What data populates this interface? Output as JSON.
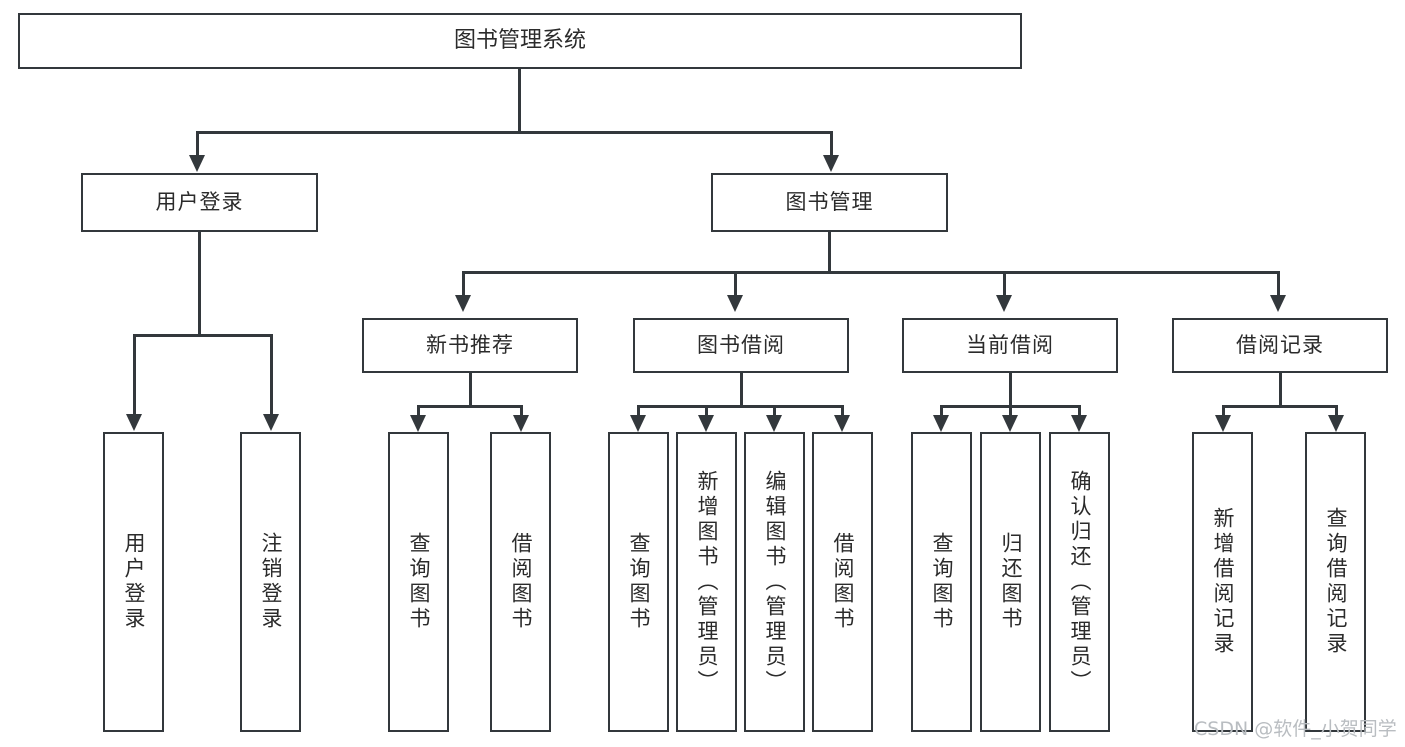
{
  "diagram": {
    "title": "图书管理系统",
    "type": "tree",
    "watermark": "CSDN @软件_小贺同学",
    "colors": {
      "stroke": "#33383c",
      "fill": "#ffffff",
      "text": "#2b2b2b",
      "watermark": "#b9bdc1"
    },
    "root": {
      "label": "图书管理系统"
    },
    "level2": [
      {
        "label": "用户登录"
      },
      {
        "label": "图书管理"
      }
    ],
    "level3": [
      {
        "label": "新书推荐"
      },
      {
        "label": "图书借阅"
      },
      {
        "label": "当前借阅"
      },
      {
        "label": "借阅记录"
      }
    ],
    "leaves": {
      "user_login": [
        {
          "label": "用户登录"
        },
        {
          "label": "注销登录"
        }
      ],
      "new_book_recommend": [
        {
          "label": "查询图书"
        },
        {
          "label": "借阅图书"
        }
      ],
      "book_borrow": [
        {
          "label": "查询图书"
        },
        {
          "label": "新增图书（管理员）"
        },
        {
          "label": "编辑图书（管理员）"
        },
        {
          "label": "借阅图书"
        }
      ],
      "current_borrow": [
        {
          "label": "查询图书"
        },
        {
          "label": "归还图书"
        },
        {
          "label": "确认归还（管理员）"
        }
      ],
      "borrow_record": [
        {
          "label": "新增借阅记录"
        },
        {
          "label": "查询借阅记录"
        }
      ]
    }
  }
}
